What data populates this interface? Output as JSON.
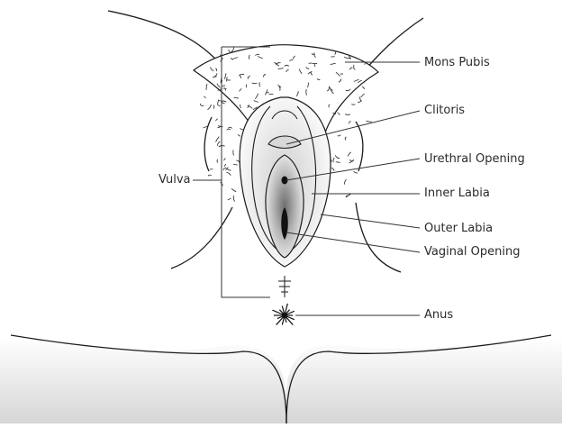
{
  "labels": {
    "mons_pubis": "Mons Pubis",
    "clitoris": "Clitoris",
    "urethral_opening": "Urethral Opening",
    "inner_labia": "Inner Labia",
    "outer_labia": "Outer Labia",
    "vaginal_opening": "Vaginal Opening",
    "anus": "Anus",
    "vulva": "Vulva"
  },
  "colors": {
    "line": "#1a1a1a",
    "text": "#2b2b2b",
    "shade": "#bdbdbd",
    "dark": "#111111"
  }
}
